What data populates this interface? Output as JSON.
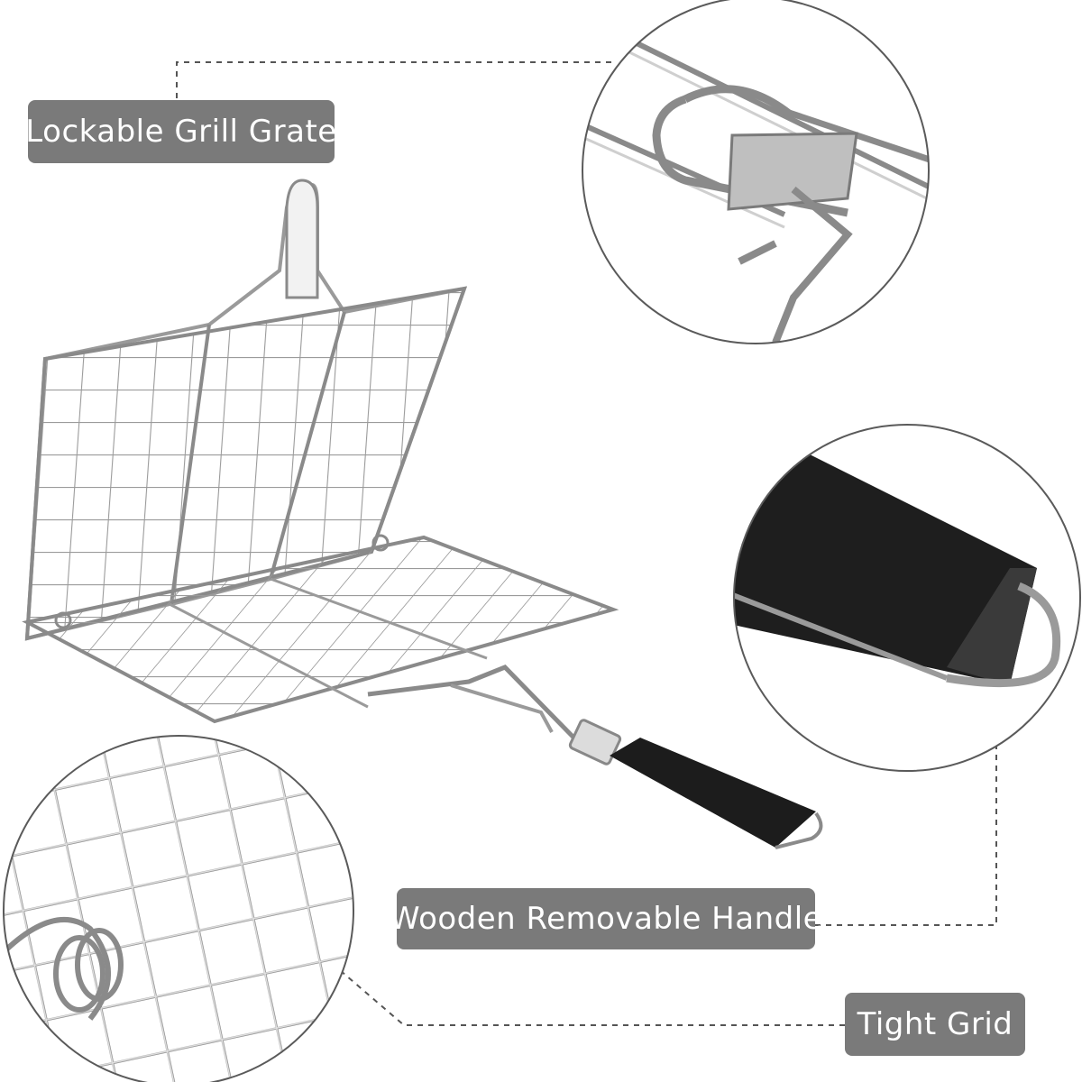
{
  "callouts": {
    "lockable_grill_grate": "Lockable Grill Grate",
    "wooden_removable_handle": "Wooden Removable Handle",
    "tight_grid": "Tight Grid"
  },
  "colors": {
    "label_background": "#7a7a7a",
    "label_text": "#ffffff",
    "steel": "#8e8e8e",
    "handle": "#1c1c1c"
  }
}
